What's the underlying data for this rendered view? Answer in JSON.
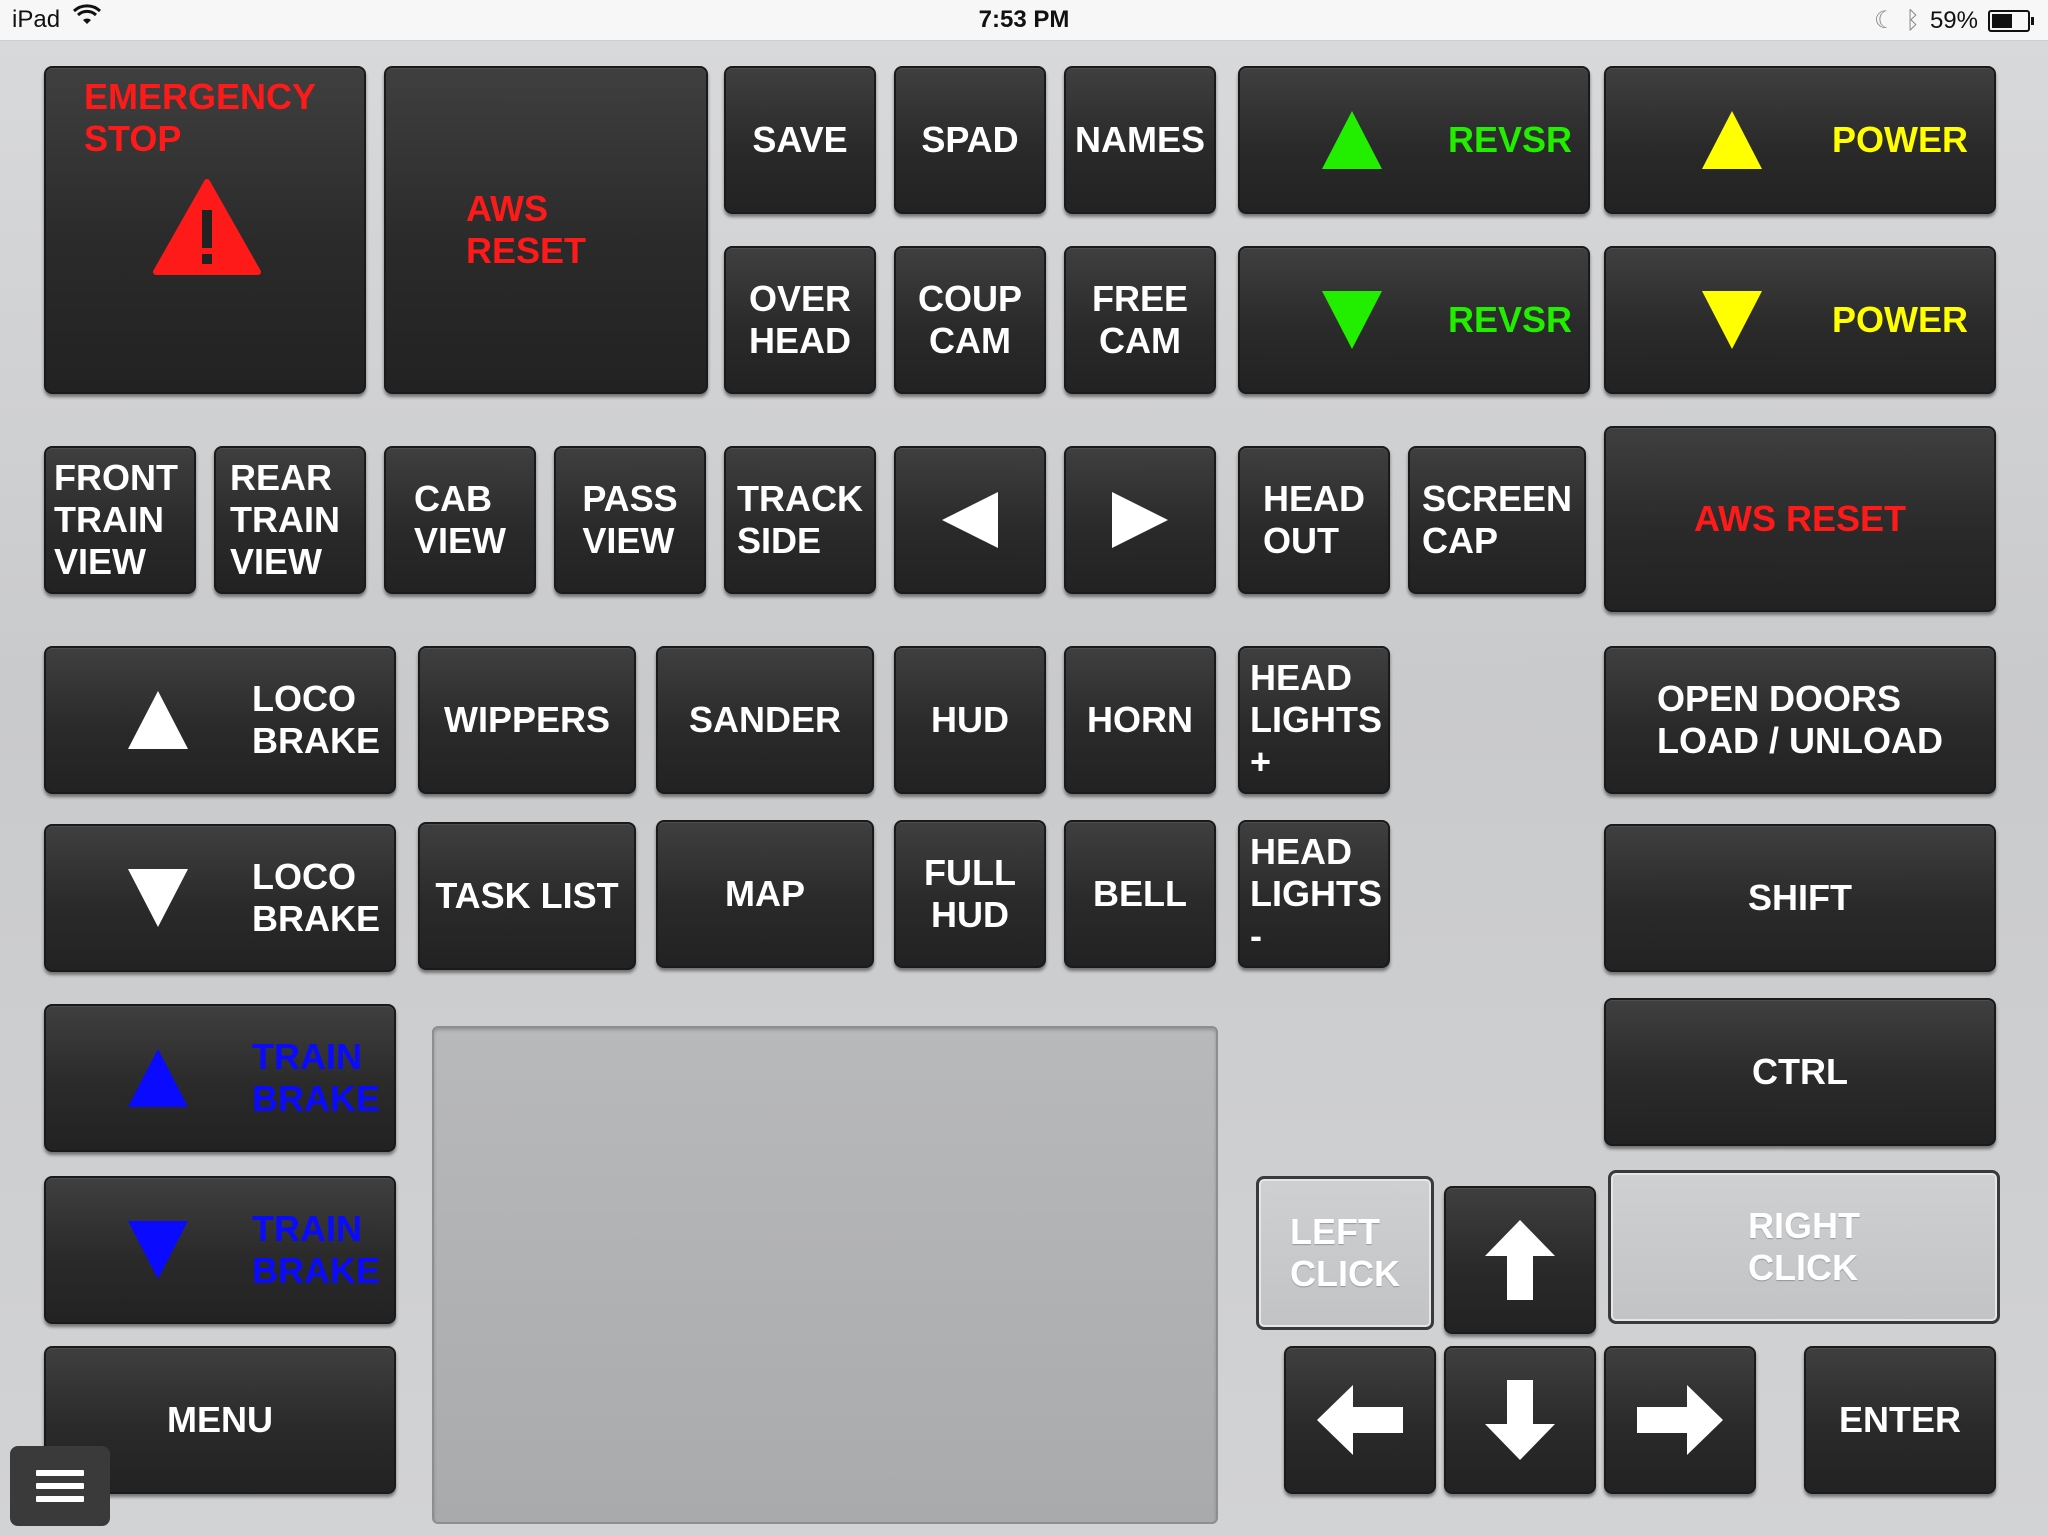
{
  "status_bar": {
    "device": "iPad",
    "time": "7:53 PM",
    "battery": "59%",
    "battery_level": 0.59
  },
  "colors": {
    "red": "#ff1a1a",
    "green": "#22ee00",
    "yellow": "#ffff00",
    "blue": "#0a0aff",
    "white": "#ffffff"
  },
  "buttons": {
    "emergency_stop": "EMERGENCY\nSTOP",
    "aws_reset_big": "AWS\nRESET",
    "save": "SAVE",
    "spad": "SPAD",
    "names": "NAMES",
    "revsr_up": "REVSR",
    "power_up": "POWER",
    "over_head": "OVER\nHEAD",
    "coup_cam": "COUP\nCAM",
    "free_cam": "FREE\nCAM",
    "revsr_down": "REVSR",
    "power_down": "POWER",
    "front_train_view": "FRONT\nTRAIN\nVIEW",
    "rear_train_view": "REAR\nTRAIN\nVIEW",
    "cab_view": "CAB\nVIEW",
    "pass_view": "PASS\nVIEW",
    "track_side": "TRACK\nSIDE",
    "head_out": "HEAD\nOUT",
    "screen_cap": "SCREEN\nCAP",
    "aws_reset": "AWS RESET",
    "loco_brake_up": "LOCO\nBRAKE",
    "wippers": "WIPPERS",
    "sander": "SANDER",
    "hud": "HUD",
    "horn": "HORN",
    "head_lights_plus": "HEAD\nLIGHTS\n+",
    "open_doors": "OPEN DOORS\nLOAD / UNLOAD",
    "loco_brake_down": "LOCO\nBRAKE",
    "task_list": "TASK LIST",
    "map": "MAP",
    "full_hud": "FULL\nHUD",
    "bell": "BELL",
    "head_lights_minus": "HEAD\nLIGHTS\n-",
    "shift": "SHIFT",
    "train_brake_up": "TRAIN\nBRAKE",
    "ctrl": "CTRL",
    "train_brake_down": "TRAIN\nBRAKE",
    "left_click": "LEFT\nCLICK",
    "right_click": "RIGHT\nCLICK",
    "menu": "MENU",
    "enter": "ENTER"
  }
}
